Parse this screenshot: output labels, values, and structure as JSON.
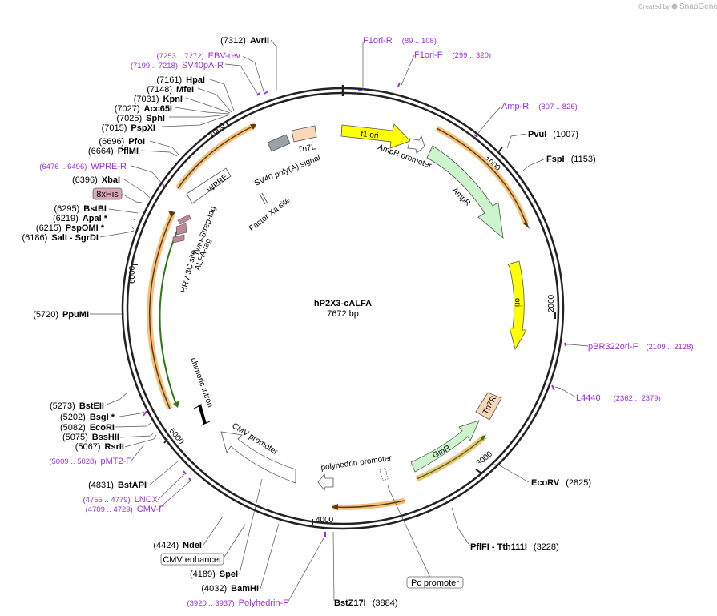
{
  "credit": {
    "prefix": "Created by",
    "brand": "SnapGene"
  },
  "map": {
    "name": "hP2X3-cALFA",
    "length_label": "7672 bp"
  },
  "ticks": [
    "1000",
    "2000",
    "3000",
    "4000",
    "5000",
    "6000",
    "7000"
  ],
  "sites_left": [
    {
      "pos": "(7312)",
      "name": "AvrII"
    },
    {
      "pos": "(7161)",
      "name": "HpaI"
    },
    {
      "pos": "(7148)",
      "name": "MfeI"
    },
    {
      "pos": "(7031)",
      "name": "KpnI"
    },
    {
      "pos": "(7027)",
      "name": "Acc65I"
    },
    {
      "pos": "(7025)",
      "name": "SphI"
    },
    {
      "pos": "(7015)",
      "name": "PspXI"
    },
    {
      "pos": "(6696)",
      "name": "PfoI"
    },
    {
      "pos": "(6664)",
      "name": "PflMI"
    },
    {
      "pos": "(6396)",
      "name": "XbaI"
    },
    {
      "pos": "(6295)",
      "name": "BstBI"
    },
    {
      "pos": "(6219)",
      "name": "ApaI *"
    },
    {
      "pos": "(6215)",
      "name": "PspOMI *"
    },
    {
      "pos": "(6186)",
      "name": "SalI - SgrDI"
    },
    {
      "pos": "(5720)",
      "name": "PpuMI"
    },
    {
      "pos": "(5273)",
      "name": "BstEII"
    },
    {
      "pos": "(5202)",
      "name": "BsgI *"
    },
    {
      "pos": "(5082)",
      "name": "EcoRI"
    },
    {
      "pos": "(5075)",
      "name": "BssHII"
    },
    {
      "pos": "(5067)",
      "name": "RsrII"
    },
    {
      "pos": "(4831)",
      "name": "BstAPI"
    },
    {
      "pos": "(4424)",
      "name": "NdeI"
    },
    {
      "pos": "(4189)",
      "name": "SpeI"
    },
    {
      "pos": "(4032)",
      "name": "BamHI"
    }
  ],
  "sites_right": [
    {
      "name": "PvuI",
      "pos": "(1007)"
    },
    {
      "name": "FspI",
      "pos": "(1153)"
    },
    {
      "name": "EcoRV",
      "pos": "(2825)"
    },
    {
      "name": "PflFI - Tth111I",
      "pos": "(3228)"
    },
    {
      "name": "BstZ17I",
      "pos": "(3884)"
    }
  ],
  "primers": [
    {
      "range": "(7253 .. 7272)",
      "name": "EBV-rev"
    },
    {
      "range": "(7199 .. 7218)",
      "name": "SV40pA-R"
    },
    {
      "name": "F1ori-R",
      "range": "(89 .. 108)"
    },
    {
      "name": "F1ori-F",
      "range": "(299 .. 320)"
    },
    {
      "name": "Amp-R",
      "range": "(807 .. 826)"
    },
    {
      "range": "(6476 .. 6496)",
      "name": "WPRE-R"
    },
    {
      "name": "pBR322ori-F",
      "range": "(2109 .. 2128)"
    },
    {
      "name": "L4440",
      "range": "(2362 .. 2379)"
    },
    {
      "range": "(5009 .. 5028)",
      "name": "pMT2-F"
    },
    {
      "range": "(4755 .. 4779)",
      "name": "LNCX"
    },
    {
      "range": "(4709 .. 4729)",
      "name": "CMV-F"
    },
    {
      "range": "(3920 .. 3937)",
      "name": "Polyhedrin-F"
    }
  ],
  "boxed_labels": {
    "his": "8xHis",
    "cmv_enhancer": "CMV enhancer",
    "pc_promoter": "Pc promoter"
  },
  "features": {
    "f1_ori": "f1 ori",
    "amp_promoter": "AmpR promoter",
    "ampr": "AmpR",
    "ori": "ori",
    "tn7r": "Tn7R",
    "gmr": "GmR",
    "polyhedrin": "polyhedrin promoter",
    "cmv_promoter": "CMV promoter",
    "chimeric_intron": "chimeric intron",
    "hrv": "HRV 3C site",
    "twin_strep": "Twin-Strep-tag",
    "alfa": "ALFA-tag",
    "factor_xa": "Factor Xa site",
    "sv40": "SV40 poly(A) signal",
    "tn7l": "Tn7L",
    "wpre": "WPRE"
  },
  "colors": {
    "primer": "#9b30d9",
    "f1_ori": "#ffff00",
    "ori": "#ffff00",
    "ampr": "#ccf5cc",
    "orf_highlight": "#f5c07a",
    "tn7": "#f9d8b8",
    "tag": "#c08898",
    "backbone": "#222222"
  }
}
